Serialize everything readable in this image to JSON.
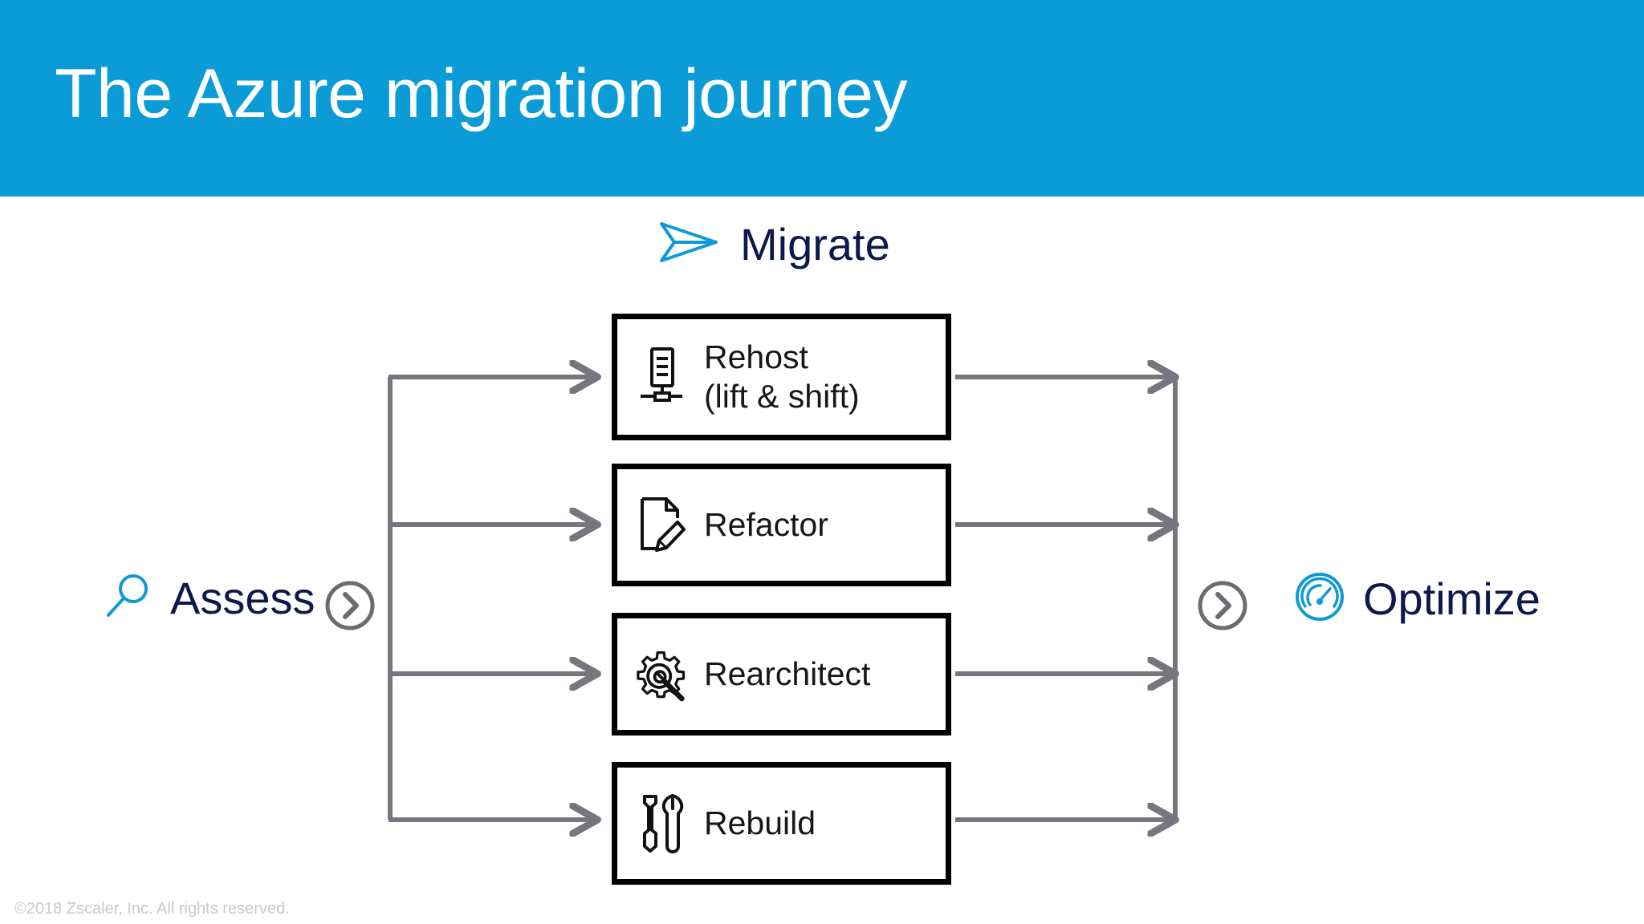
{
  "header": {
    "title": "The Azure migration journey",
    "background_color": "#0b9cd8",
    "title_color": "#ffffff"
  },
  "colors": {
    "accent_blue": "#0b9cd8",
    "icon_blue": "#0f9ad7",
    "navy_text": "#10174a",
    "connector_gray": "#76767e",
    "box_border": "#000000",
    "footer_gray": "#c9c9ce"
  },
  "migrate": {
    "label": "Migrate",
    "icon": "paper-plane-icon"
  },
  "stages": {
    "assess": {
      "label": "Assess",
      "icon": "magnifier-icon"
    },
    "optimize": {
      "label": "Optimize",
      "icon": "gauge-icon"
    }
  },
  "chevrons": {
    "left": "chevron-right-circle-icon",
    "right": "chevron-right-circle-icon"
  },
  "options": [
    {
      "id": "rehost",
      "label": "Rehost\n(lift & shift)",
      "icon": "server-rack-icon"
    },
    {
      "id": "refactor",
      "label": "Refactor",
      "icon": "document-pencil-icon"
    },
    {
      "id": "rearchitect",
      "label": "Rearchitect",
      "icon": "gear-wrench-icon"
    },
    {
      "id": "rebuild",
      "label": "Rebuild",
      "icon": "screwdriver-wrench-icon"
    }
  ],
  "footer": {
    "copyright": "©2018 Zscaler, Inc. All rights reserved."
  }
}
